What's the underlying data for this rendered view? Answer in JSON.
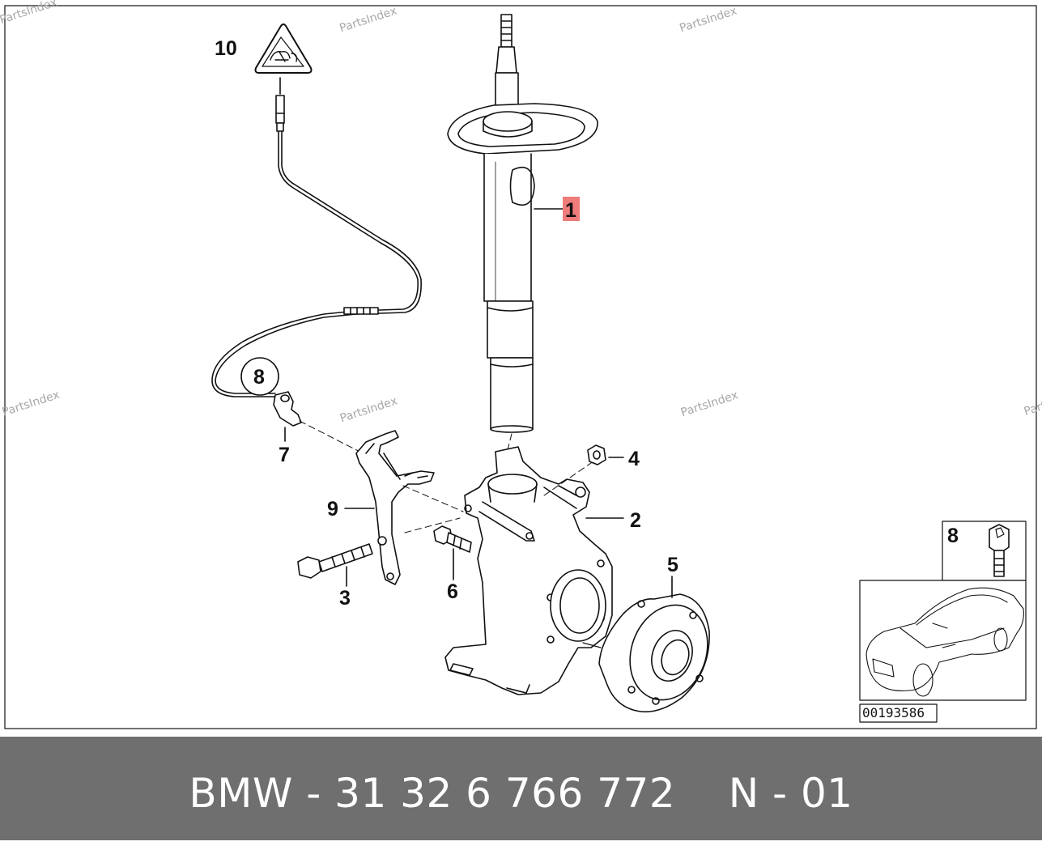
{
  "watermark": "PartsIndex",
  "footer": {
    "text": "BMW - 31 32 6 766 772    N - 01"
  },
  "callouts": {
    "c1": "1",
    "c2": "2",
    "c3": "3",
    "c4": "4",
    "c5": "5",
    "c6": "6",
    "c7": "7",
    "c8": "8",
    "c9": "9",
    "c10": "10"
  },
  "inset": {
    "part_label": "8",
    "reference_number": "00193586"
  },
  "colors": {
    "highlight": "#f07b7b",
    "footer_bg": "#6f6f6f",
    "line": "#111111"
  },
  "icons": {
    "warning": "warning-triangle-icon",
    "car": "car-silhouette-icon"
  }
}
